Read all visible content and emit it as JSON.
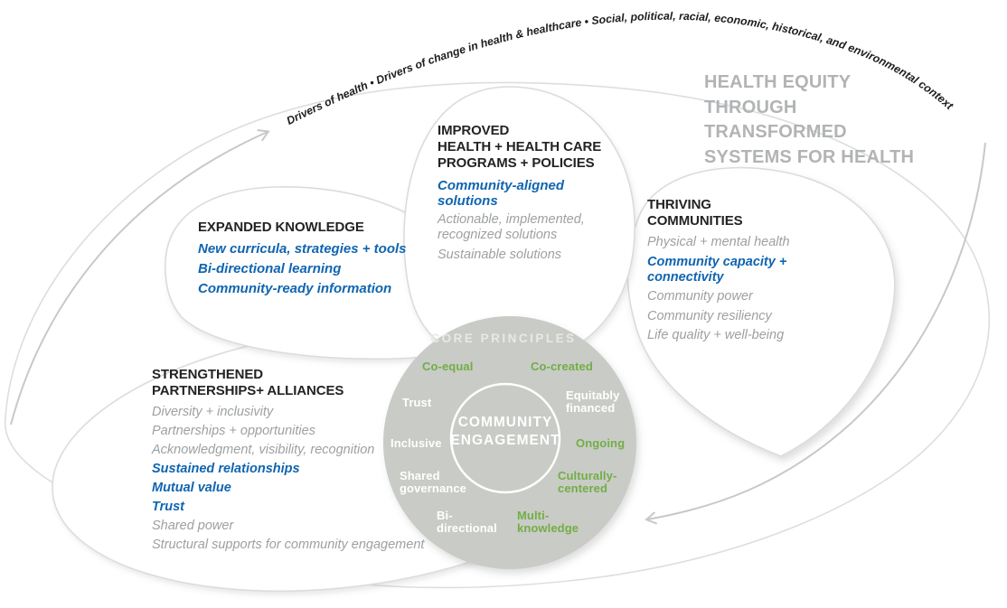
{
  "arc_text": "Drivers of health    •    Drivers of change in health & healthcare    •    Social, political, racial, economic, historical, and environmental context",
  "health_equity": {
    "line1": "HEALTH EQUITY",
    "line2": "THROUGH TRANSFORMED",
    "line3": "SYSTEMS FOR HEALTH"
  },
  "improved_health": {
    "title_lines": [
      "IMPROVED",
      "HEALTH + HEALTH CARE",
      "PROGRAMS + POLICIES"
    ],
    "items": [
      {
        "text": "Community-aligned solutions",
        "style": "blue"
      },
      {
        "text": "Actionable, implemented, recognized solutions",
        "style": "gray"
      },
      {
        "text": "Sustainable solutions",
        "style": "gray"
      }
    ]
  },
  "expanded_knowledge": {
    "title": "EXPANDED KNOWLEDGE",
    "items": [
      {
        "text": "New curricula, strategies + tools",
        "style": "blue"
      },
      {
        "text": "Bi-directional learning",
        "style": "blue"
      },
      {
        "text": "Community-ready information",
        "style": "blue"
      }
    ]
  },
  "thriving_communities": {
    "title_lines": [
      "THRIVING",
      "COMMUNITIES"
    ],
    "items": [
      {
        "text": "Physical + mental health",
        "style": "gray"
      },
      {
        "text": "Community capacity + connectivity",
        "style": "blue"
      },
      {
        "text": "Community power",
        "style": "gray"
      },
      {
        "text": "Community resiliency",
        "style": "gray"
      },
      {
        "text": "Life quality + well-being",
        "style": "gray"
      }
    ]
  },
  "strengthened_partnerships": {
    "title_lines": [
      "STRENGTHENED",
      "PARTNERSHIPS+ ALLIANCES"
    ],
    "items": [
      {
        "text": "Diversity + inclusivity",
        "style": "gray"
      },
      {
        "text": "Partnerships + opportunities",
        "style": "gray"
      },
      {
        "text": "Acknowledgment, visibility, recognition",
        "style": "gray"
      },
      {
        "text": "Sustained relationships",
        "style": "blue"
      },
      {
        "text": "Mutual value",
        "style": "blue"
      },
      {
        "text": "Trust",
        "style": "blue"
      },
      {
        "text": "Shared power",
        "style": "gray"
      },
      {
        "text": "Structural supports for community engagement",
        "style": "gray"
      }
    ]
  },
  "core": {
    "label": "CORE PRINCIPLES",
    "center_lines": [
      "COMMUNITY",
      "ENGAGEMENT"
    ],
    "principles": [
      {
        "text": "Co-equal",
        "color": "green"
      },
      {
        "text": "Co-created",
        "color": "green"
      },
      {
        "text": "Trust",
        "color": "white"
      },
      {
        "text": "Equitably financed",
        "color": "white"
      },
      {
        "text": "Inclusive",
        "color": "white"
      },
      {
        "text": "Ongoing",
        "color": "green"
      },
      {
        "text": "Shared governance",
        "color": "white"
      },
      {
        "text": "Culturally-centered",
        "color": "green"
      },
      {
        "text": "Bi-directional",
        "color": "white"
      },
      {
        "text": "Multi-knowledge",
        "color": "green"
      }
    ]
  },
  "colors": {
    "accent_blue": "#1065b0",
    "accent_green": "#72ae44",
    "gray_text": "#9da0a2",
    "title_dark": "#232323",
    "circle_gray": "#c9cbc7",
    "muted_heading": "#b1b3b5",
    "line_gray": "#d8dad9"
  }
}
